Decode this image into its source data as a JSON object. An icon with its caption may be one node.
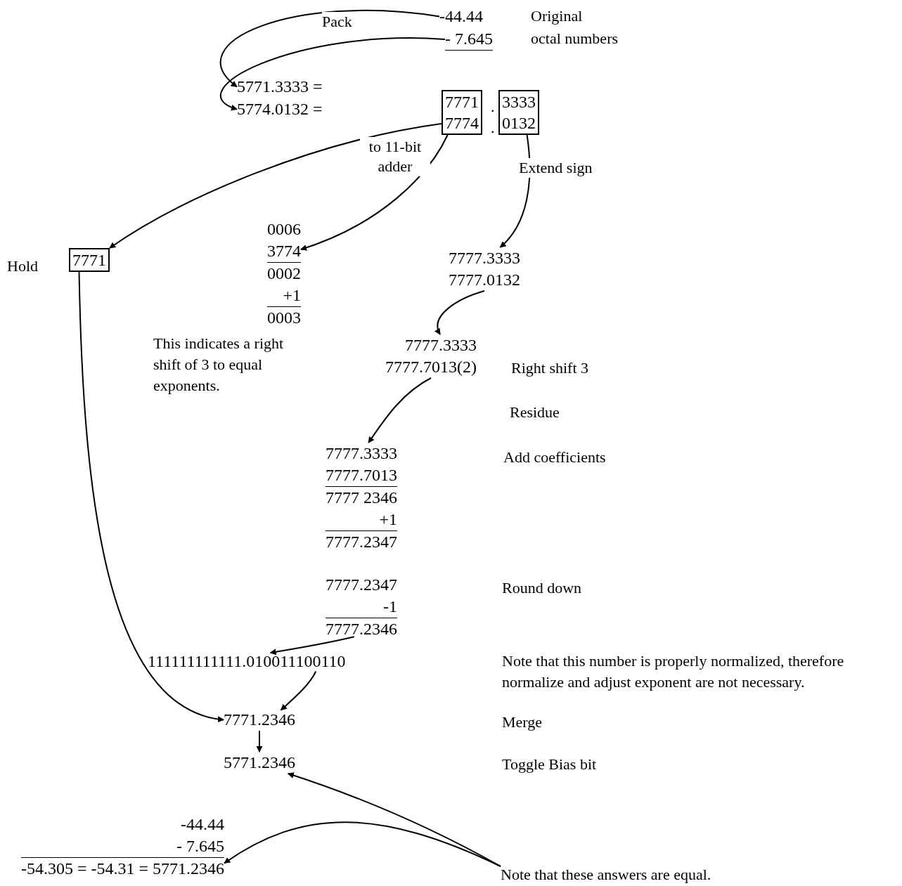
{
  "diagram": {
    "nodes": [
      {
        "text": [
          "-44.44"
        ]
      },
      {
        "text": [
          "- 7.645"
        ]
      },
      {
        "text": [
          "5771.3333 ="
        ]
      },
      {
        "text": [
          "5774.0132 ="
        ]
      },
      {
        "text": [
          "7771",
          "7774"
        ]
      },
      {
        "text": [
          "3333",
          "0132"
        ]
      },
      {
        "text": [
          "7771"
        ],
        "beside": [
          "Hold"
        ]
      },
      {
        "text": [
          "0006",
          "3774",
          "0002",
          "+1",
          "0003"
        ],
        "beside": [
          "This indicates a right shift of 3 to equal exponents."
        ]
      },
      {
        "text": [
          "7777.3333",
          "7777.0132"
        ]
      },
      {
        "text": [
          "7777.3333",
          "7777.7013(2)"
        ],
        "beside": [
          "Right shift 3"
        ]
      },
      {
        "text": [
          "7777.3333",
          "7777.7013",
          "7777 2346",
          "+1",
          "7777.2347"
        ]
      },
      {
        "text": [
          "7777.2347",
          "-1",
          "7777.2346"
        ]
      },
      {
        "text": [
          "111111111111.010011100110"
        ]
      },
      {
        "text": [
          "7771.2346"
        ]
      },
      {
        "text": [
          "5771.2346"
        ]
      },
      {
        "text": [
          "-44.44",
          "- 7.645",
          "-54.305 = -54.31 = 5771.2346"
        ]
      },
      {
        "text": [
          "Note that these answers are equal."
        ]
      }
    ],
    "edges": [
      {
        "from": 0,
        "to": 2,
        "arrow": "to",
        "label": "Pack"
      },
      {
        "from": 1,
        "to": 3,
        "arrow": "to"
      },
      {
        "from": 4,
        "to": 6,
        "arrow": "to"
      },
      {
        "from": 4,
        "to": 7,
        "arrow": "to",
        "label": "to 11-bit adder"
      },
      {
        "from": 5,
        "to": 8,
        "arrow": "to",
        "label": "Extend sign"
      },
      {
        "from": 8,
        "to": 9,
        "arrow": "to"
      },
      {
        "from": 9,
        "to": 10,
        "arrow": "to"
      },
      {
        "from": 11,
        "to": 12,
        "arrow": "to"
      },
      {
        "from": 12,
        "to": 13,
        "arrow": "to"
      },
      {
        "from": 6,
        "to": 13,
        "arrow": "to"
      },
      {
        "from": 13,
        "to": 14,
        "arrow": "to"
      },
      {
        "from": 16,
        "to": 14,
        "arrow": "to"
      },
      {
        "from": 16,
        "to": 15,
        "arrow": "to"
      }
    ],
    "labels": [
      "Original",
      "octal numbers",
      ".",
      ".",
      "Residue",
      "Add coefficients",
      "Round down",
      "Note that this number is properly normalized, therefore normalize and adjust exponent are not necessary.",
      "Merge",
      "Toggle Bias bit"
    ]
  }
}
